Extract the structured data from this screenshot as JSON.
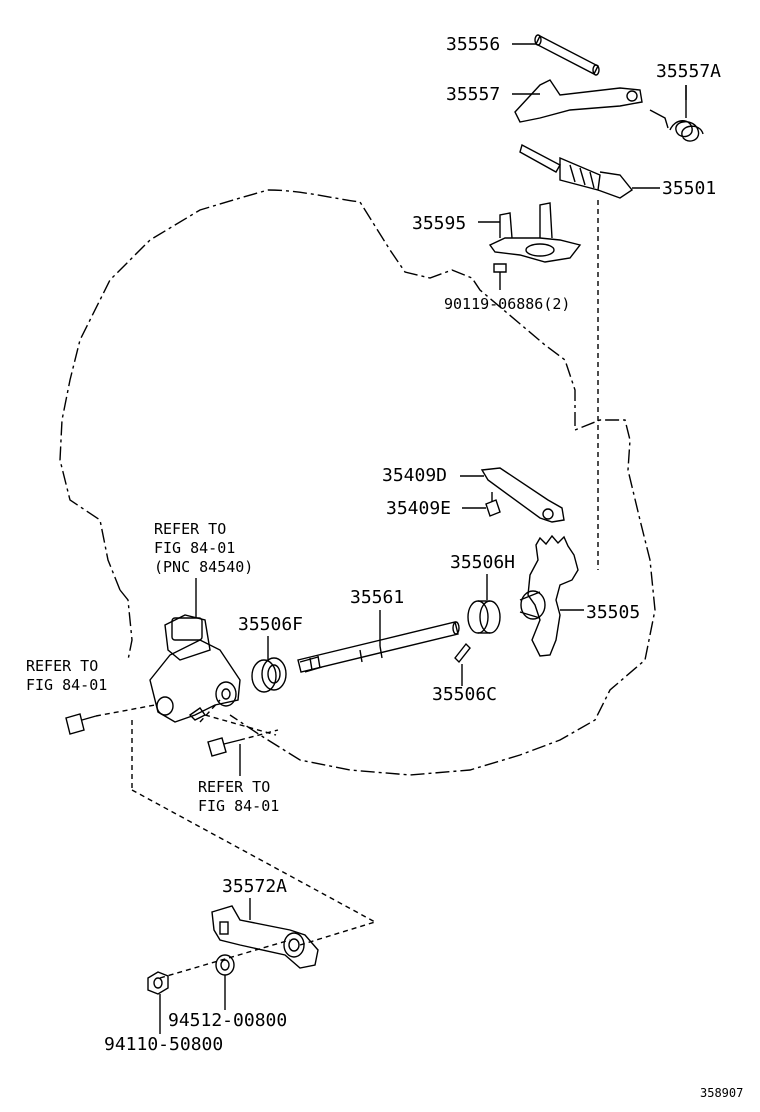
{
  "parts": {
    "p35556": "35556",
    "p35557": "35557",
    "p35557A": "35557A",
    "p35501": "35501",
    "p35595": "35595",
    "bolt_90119": "90119-06886(2)",
    "p35409D": "35409D",
    "p35409E": "35409E",
    "p35506H": "35506H",
    "p35505": "35505",
    "p35561": "35561",
    "p35506F": "35506F",
    "p35506C": "35506C",
    "p35572A": "35572A",
    "washer_94512": "94512-00800",
    "nut_94110": "94110-50800"
  },
  "references": {
    "ref_top": {
      "line1": "REFER TO",
      "line2": "FIG 84-01",
      "line3": "(PNC 84540)"
    },
    "ref_left": {
      "line1": "REFER TO",
      "line2": "FIG 84-01"
    },
    "ref_bottom": {
      "line1": "REFER TO",
      "line2": "FIG 84-01"
    }
  },
  "figure_id": "358907"
}
